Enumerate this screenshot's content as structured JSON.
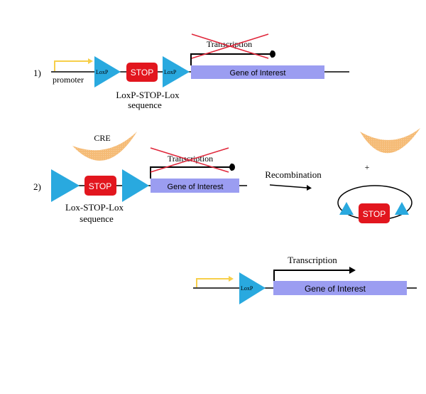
{
  "colors": {
    "loxp": "#29a9df",
    "stop": "#e2161e",
    "gene": "#9b9df1",
    "promoter_arrow": "#f7cf4a",
    "cre": "#f5bb76",
    "cross": "#e0263a",
    "line": "#000000"
  },
  "panel1": {
    "number": "1)",
    "promoter_label": "promoter",
    "loxp_left": "LoxP",
    "stop": "STOP",
    "loxp_right": "LoxP",
    "gene": "Gene of Interest",
    "transcription": "Transcription",
    "caption_line1": "LoxP-STOP-Lox",
    "caption_line2": "sequence"
  },
  "panel2": {
    "number": "2)",
    "cre": "CRE",
    "stop": "STOP",
    "gene": "Gene of Interest",
    "transcription": "Transcription",
    "caption_line1": "Lox-STOP-Lox",
    "caption_line2": "sequence",
    "recombination": "Recombination",
    "plus": "+",
    "excised_stop": "STOP"
  },
  "panel3": {
    "loxp": "LoxP",
    "gene": "Gene of Interest",
    "transcription": "Transcription"
  }
}
